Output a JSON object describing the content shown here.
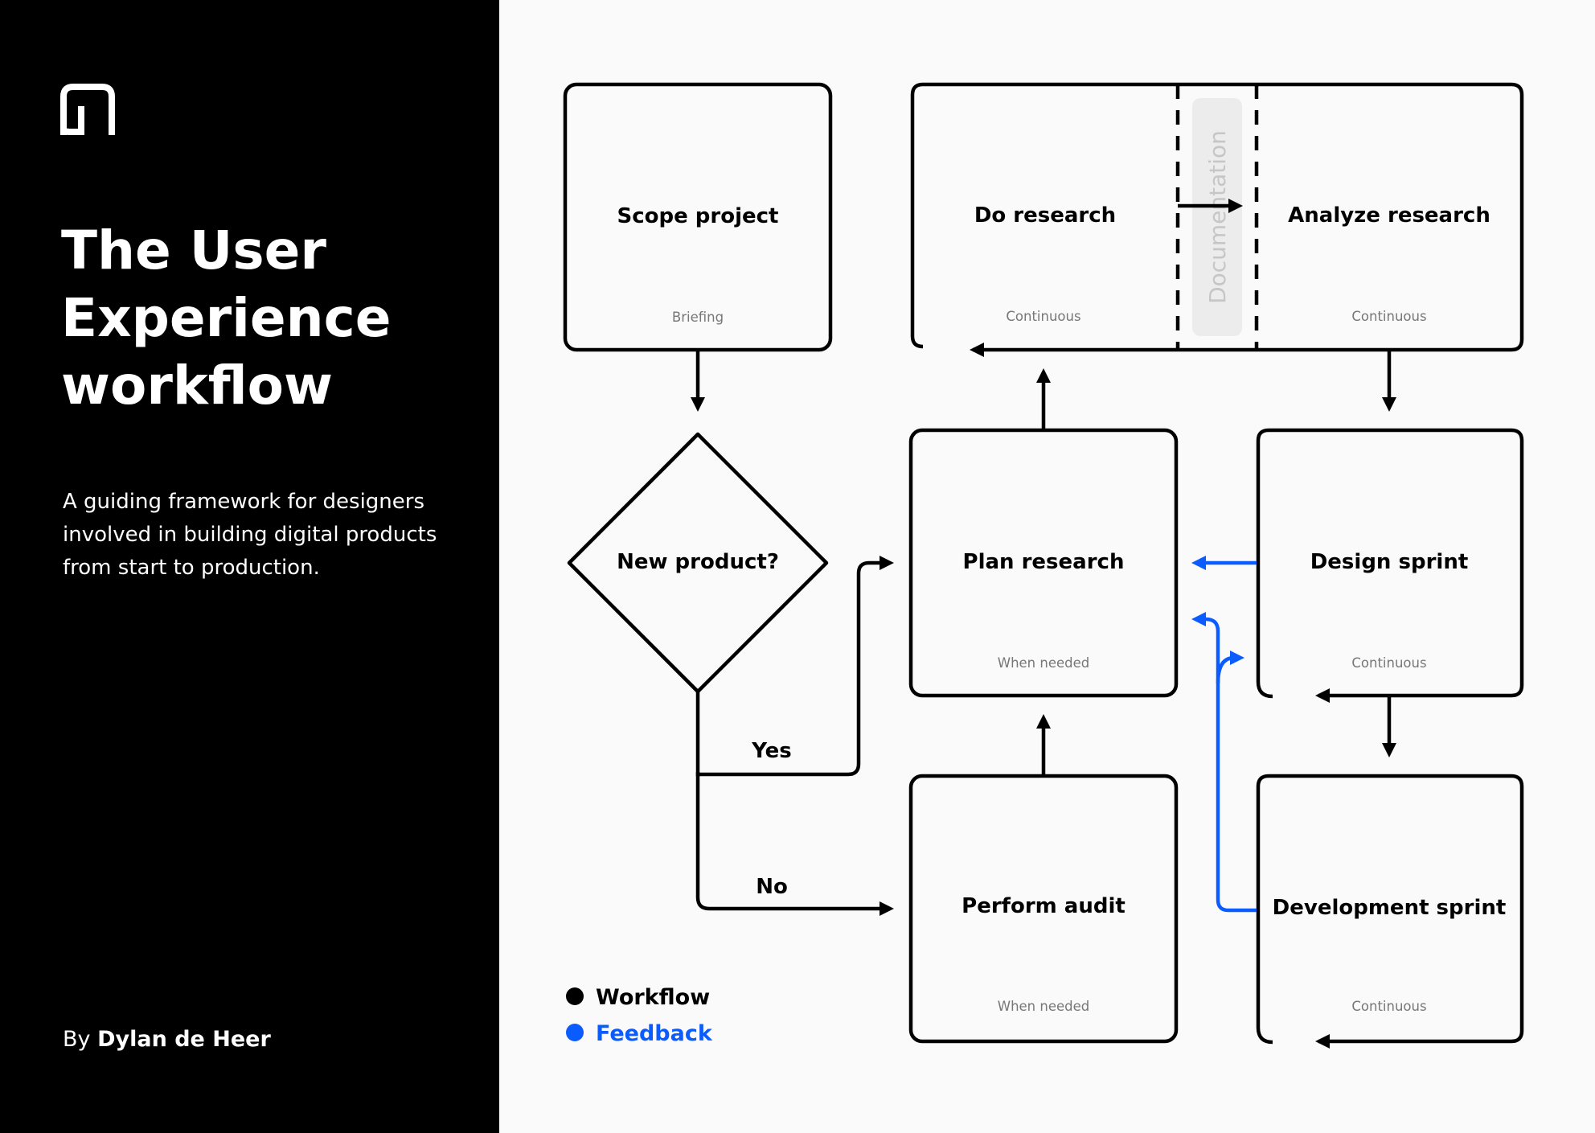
{
  "header": {
    "title": "The User Experience workflow",
    "subtitle": "A guiding framework for designers involved in building digital products from start to production.",
    "byline_prefix": "By",
    "author": "Dylan de Heer"
  },
  "colors": {
    "workflow": "#000000",
    "feedback": "#0b5cff",
    "sidebar": "#000000",
    "canvas": "#fafafa"
  },
  "icons": {
    "logo": "logo-icon"
  },
  "nodes": {
    "scope_project": {
      "title": "Scope project",
      "subtitle": "Briefing"
    },
    "do_research": {
      "title": "Do research",
      "subtitle": "Continuous"
    },
    "analyze_research": {
      "title": "Analyze research",
      "subtitle": "Continuous"
    },
    "documentation": {
      "label": "Documentation"
    },
    "new_product": {
      "title": "New product?"
    },
    "plan_research": {
      "title": "Plan research",
      "subtitle": "When needed"
    },
    "design_sprint": {
      "title": "Design sprint",
      "subtitle": "Continuous"
    },
    "perform_audit": {
      "title": "Perform audit",
      "subtitle": "When needed"
    },
    "development_sprint": {
      "title": "Development sprint",
      "subtitle": "Continuous"
    }
  },
  "edges": {
    "yes": "Yes",
    "no": "No"
  },
  "legend": {
    "workflow": "Workflow",
    "feedback": "Feedback"
  }
}
